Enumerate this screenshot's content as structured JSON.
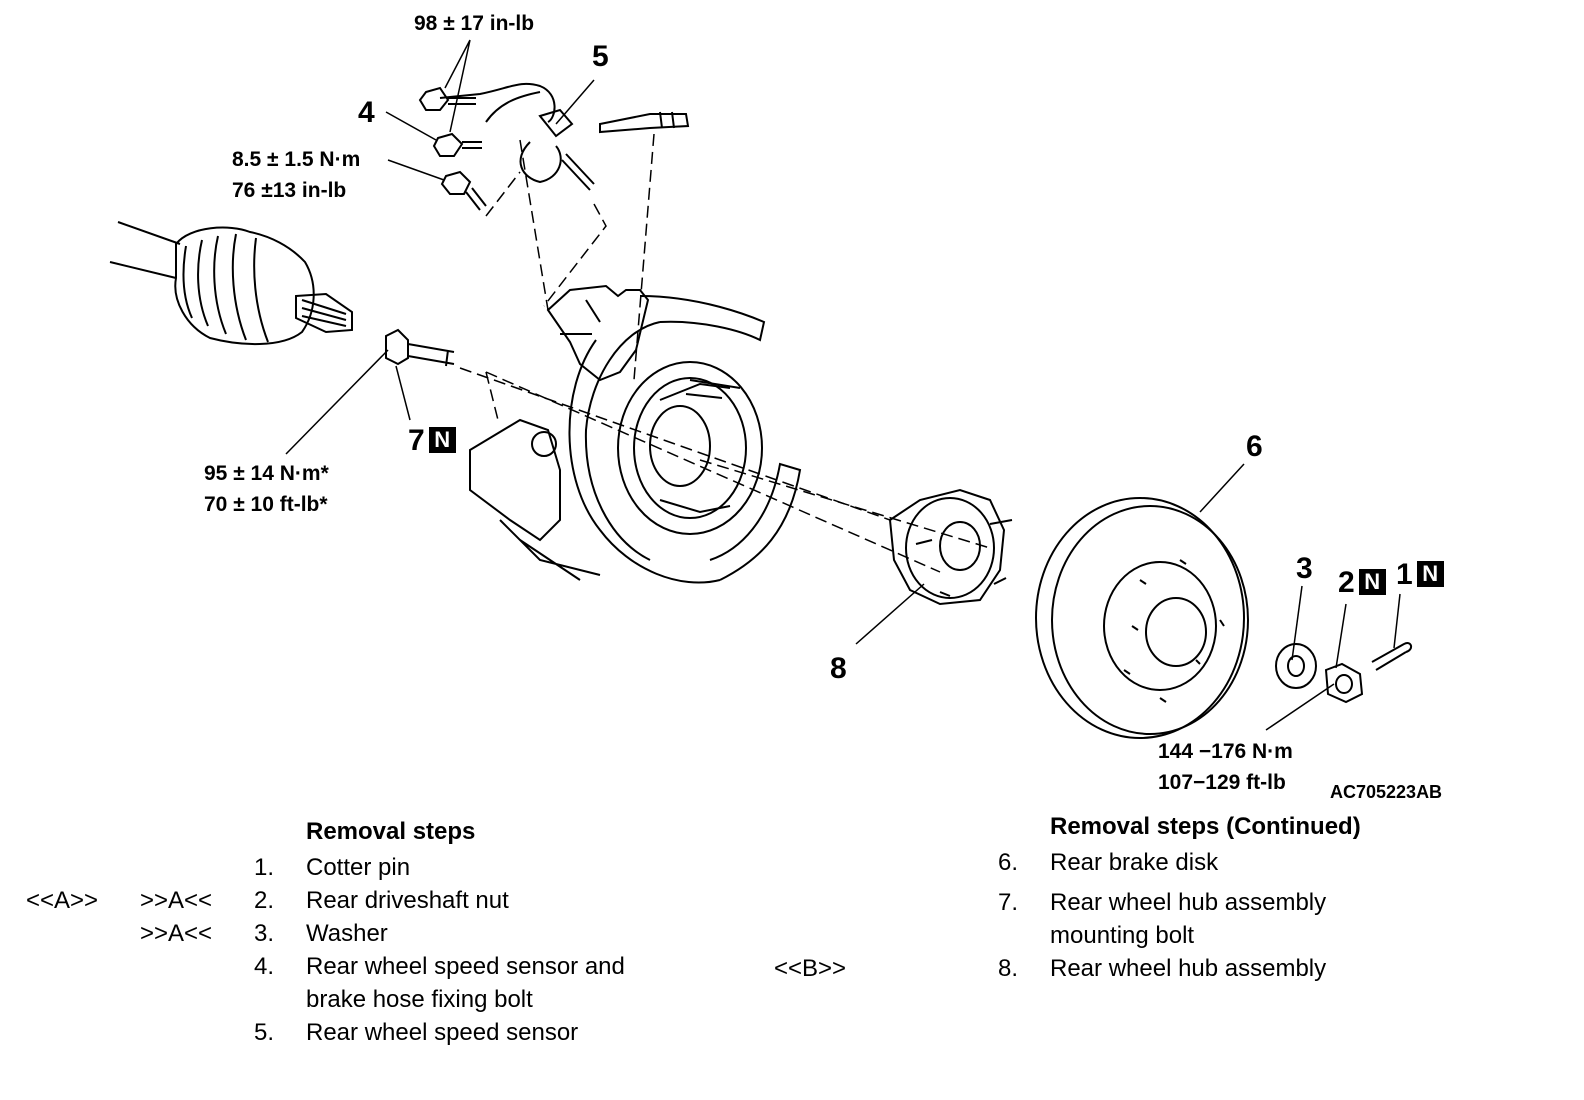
{
  "diagram": {
    "callouts": [
      "1",
      "2",
      "3",
      "4",
      "5",
      "6",
      "7",
      "8"
    ],
    "new_part_mark": "N",
    "torques": {
      "bolt_top": "98 ± 17 in-lb",
      "bolt_4_nm": "8.5 ± 1.5 N·m",
      "bolt_4_inlb": "76 ±13 in-lb",
      "bolt_7_nm": "95 ± 14 N·m*",
      "bolt_7_ftlb": "70 ± 10 ft-lb*",
      "nut_2_nm": "144 −176 N·m",
      "nut_2_ftlb": "107−129 ft-lb"
    },
    "figure_code": "AC705223AB"
  },
  "removal_steps": {
    "heading": "Removal steps",
    "heading_continued": "Removal steps (Continued)",
    "steps": [
      {
        "num": "1.",
        "text": "Cotter pin",
        "install": "",
        "remove": ""
      },
      {
        "num": "2.",
        "text": "Rear driveshaft nut",
        "install": ">>A<<",
        "remove": "<<A>>"
      },
      {
        "num": "3.",
        "text": "Washer",
        "install": ">>A<<",
        "remove": ""
      },
      {
        "num": "4.",
        "text": "Rear wheel speed sensor and",
        "text2": "brake hose fixing bolt",
        "install": "",
        "remove": ""
      },
      {
        "num": "5.",
        "text": "Rear wheel speed sensor",
        "install": "",
        "remove": ""
      },
      {
        "num": "6.",
        "text": "Rear brake disk",
        "install": "",
        "remove": ""
      },
      {
        "num": "7.",
        "text": "Rear wheel hub assembly",
        "text2": "mounting bolt",
        "install": "",
        "remove": ""
      },
      {
        "num": "8.",
        "text": "Rear wheel hub assembly",
        "install": "",
        "remove": "<<B>>"
      }
    ]
  }
}
